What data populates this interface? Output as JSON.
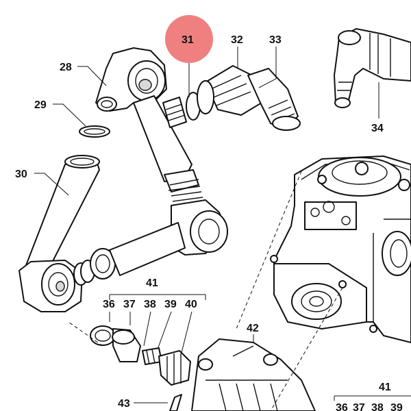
{
  "diagram": {
    "highlight_color": "#f08080",
    "highlighted_part": "31",
    "labels": {
      "l28": "28",
      "l29": "29",
      "l30": "30",
      "l31": "31",
      "l32": "32",
      "l33": "33",
      "l34": "34",
      "l41a": "41",
      "l36a": "36",
      "l37a": "37",
      "l38a": "38",
      "l39a": "39",
      "l40a": "40",
      "l42": "42",
      "l43": "43",
      "l41b": "41",
      "l36b": "36",
      "l37b": "37",
      "l38b": "38",
      "l39b": "39"
    }
  }
}
